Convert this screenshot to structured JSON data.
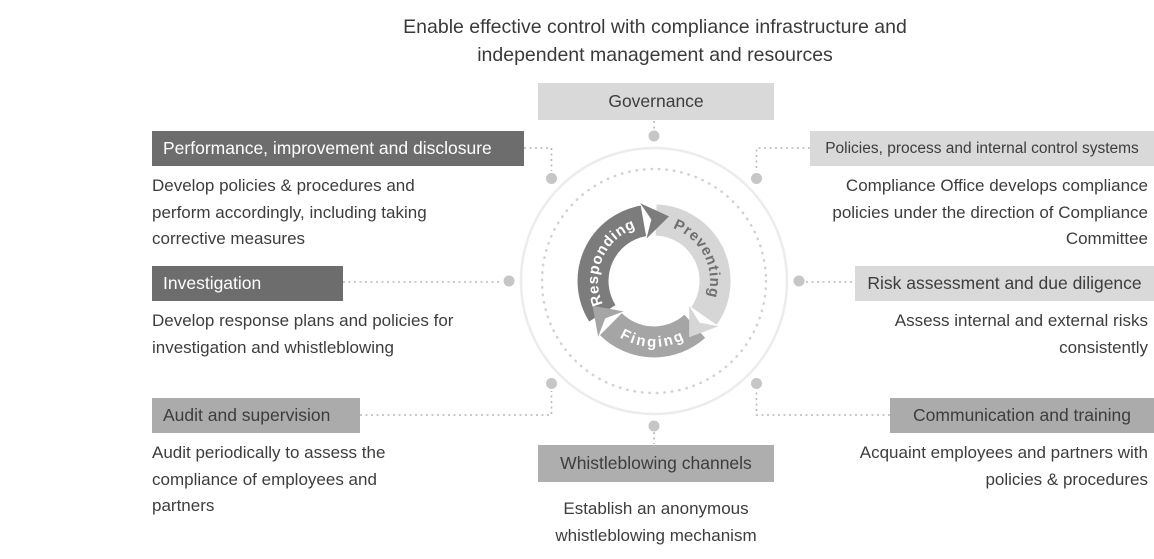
{
  "title": {
    "line1": "Enable effective control with compliance infrastructure and",
    "line2": "independent management and resources"
  },
  "governance": {
    "label": "Governance"
  },
  "cycle": {
    "responding": "Responding",
    "preventing": "Preventing",
    "finding": "Finging"
  },
  "left_items": [
    {
      "label": "Performance, improvement and disclosure",
      "desc": "Develop policies & procedures and perform accordingly, including taking corrective measures"
    },
    {
      "label": "Investigation",
      "desc": "Develop response plans and policies for investigation and whistleblowing"
    },
    {
      "label": "Audit and supervision",
      "desc": "Audit periodically to assess the compliance of employees and partners"
    }
  ],
  "right_items": [
    {
      "label": "Policies, process and internal control systems",
      "desc": "Compliance Office develops compliance policies under the direction of Compliance Committee"
    },
    {
      "label": "Risk assessment and due diligence",
      "desc": "Assess internal and external risks consistently"
    },
    {
      "label": "Communication and training",
      "desc": "Acquaint employees and partners with policies & procedures"
    }
  ],
  "bottom_item": {
    "label": "Whistleblowing channels",
    "desc": "Establish an anonymous whistleblowing mechanism"
  },
  "colors": {
    "box_dark": "#6d6d6d",
    "box_medium": "#ababab",
    "box_light": "#d9d9d9",
    "arc_dark": "#7c7c7c",
    "arc_medium": "#a5a5a5",
    "arc_light": "#d6d6d6",
    "text": "#3d3d3d",
    "dots": "#c6c6c6"
  }
}
